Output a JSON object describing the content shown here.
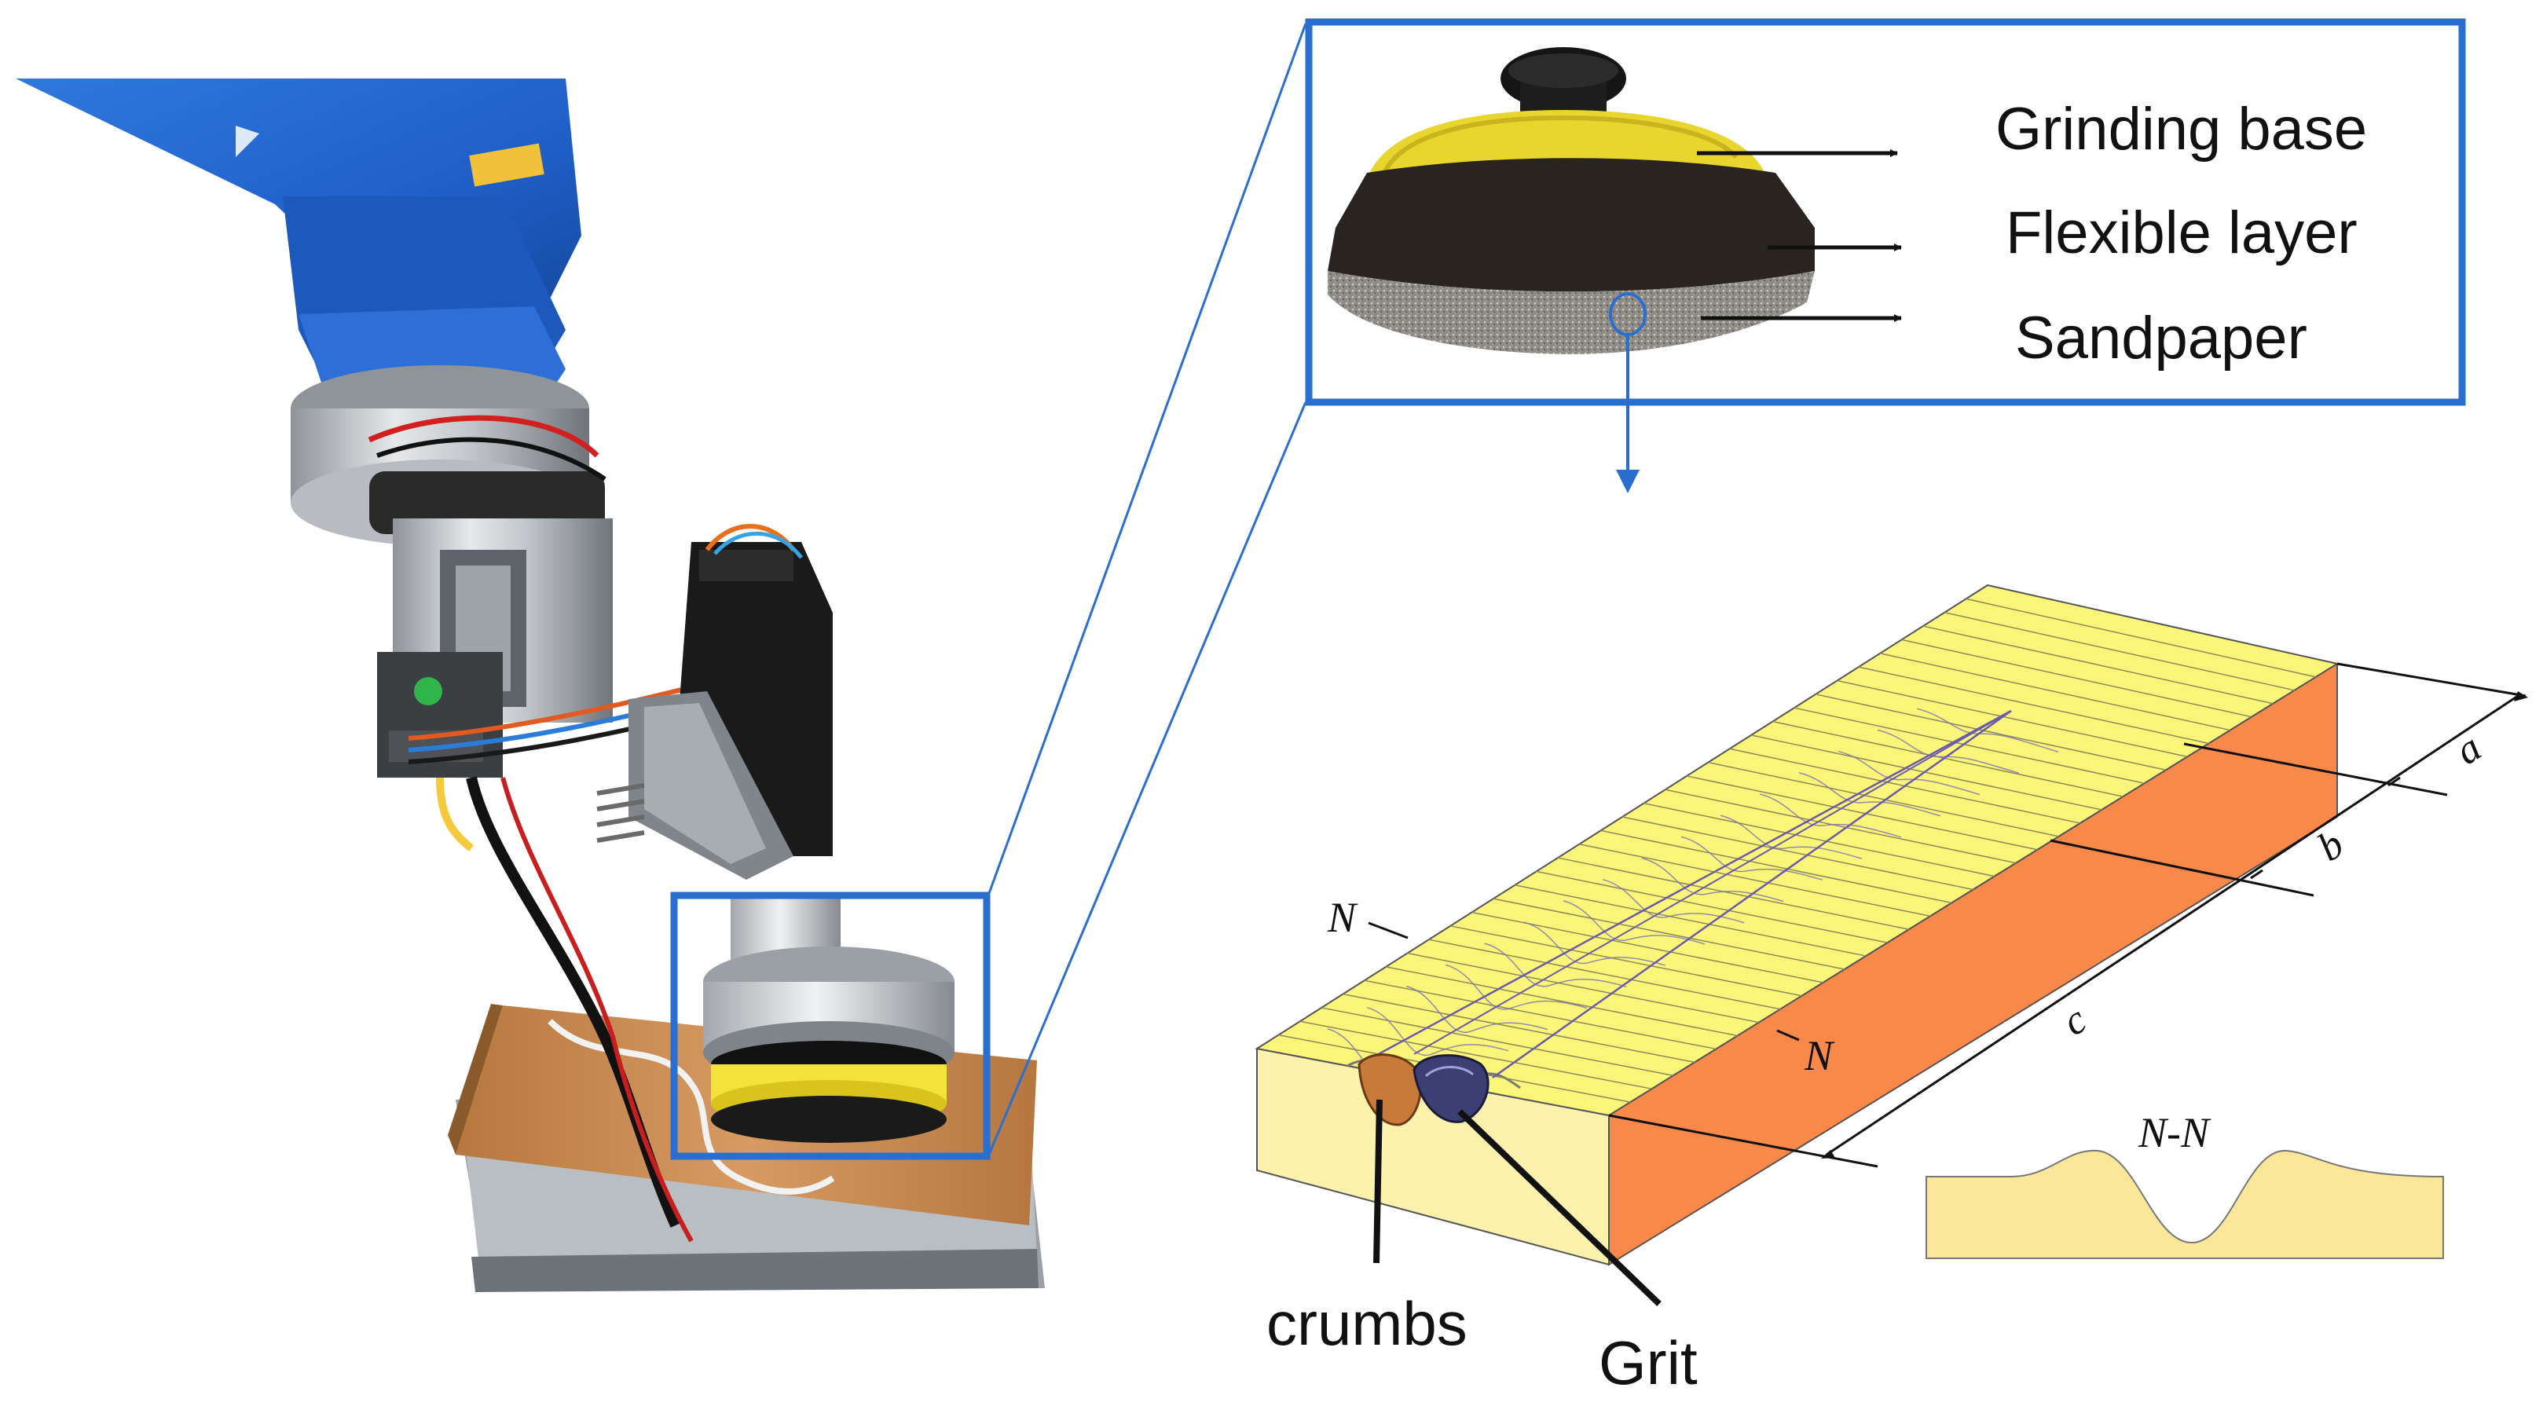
{
  "callout_labels": {
    "grinding_base": "Grinding base",
    "flexible_layer": "Flexible layer",
    "sandpaper": "Sandpaper"
  },
  "workpiece_labels": {
    "section_mark_left": "N",
    "section_mark_right": "N",
    "dim_a": "a",
    "dim_b": "b",
    "dim_c": "c",
    "section_title": "N-N",
    "crumbs": "crumbs",
    "grit": "Grit"
  },
  "colors": {
    "highlight_blue": "#2a6fcf",
    "robot_blue": "#1f5fc8",
    "grinding_yellow": "#f3e238",
    "workpiece_top": "#fbf57a",
    "workpiece_front": "#fcf2ae",
    "workpiece_side": "#f8894a",
    "section_fill": "#fbe79a",
    "board_copper": "#c98a54",
    "sandpaper_grey": "#8e8a86",
    "foam_black": "#2a2420"
  },
  "icons": [
    "robot-arm-photo",
    "grinding-pad-photo",
    "workpiece-block",
    "section-profile"
  ]
}
